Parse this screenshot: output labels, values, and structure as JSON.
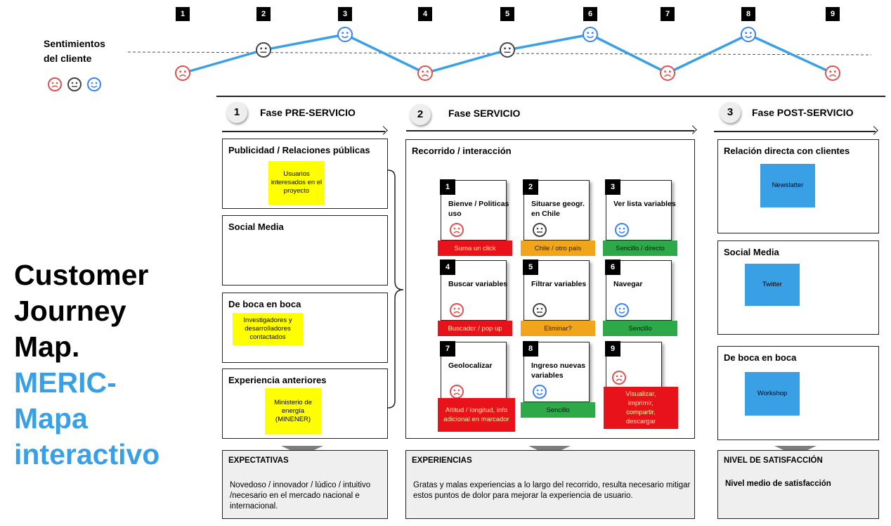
{
  "sentiment": {
    "label_line1": "Sentimientos",
    "label_line2": "del cliente",
    "steps": [
      "1",
      "2",
      "3",
      "4",
      "5",
      "6",
      "7",
      "8",
      "9"
    ],
    "levels": [
      "sad",
      "neutral",
      "happy",
      "sad",
      "neutral",
      "happy",
      "sad",
      "happy",
      "sad"
    ]
  },
  "title": {
    "line1": "Customer",
    "line2": "Journey",
    "line3": "Map.",
    "line4": "MERIC-",
    "line5": "Mapa",
    "line6": "interactivo",
    "accent": "#3aa0e6"
  },
  "phases": [
    {
      "num": "1",
      "title": "Fase PRE-SERVICIO"
    },
    {
      "num": "2",
      "title": "Fase SERVICIO"
    },
    {
      "num": "3",
      "title": "Fase POST-SERVICIO"
    }
  ],
  "pre": [
    {
      "title": "Publicidad / Relaciones públicas",
      "note": "Usuarios interesados en el proyecto"
    },
    {
      "title": "Social Media",
      "note": ""
    },
    {
      "title": "De boca en boca",
      "note": "Investigadores y desarrolladores contactados"
    },
    {
      "title": "Experiencia anteriores",
      "note": "Ministerio de energía (MINENER)"
    }
  ],
  "service": {
    "title": "Recorrido / interacción",
    "steps": [
      {
        "num": "1",
        "label": "Bienve / Politicas uso",
        "tag": "Suma un click",
        "color": "red",
        "face": "sad"
      },
      {
        "num": "2",
        "label": "Situarse geogr. en Chile",
        "tag": "Chile / otro país",
        "color": "orange",
        "face": "neutral"
      },
      {
        "num": "3",
        "label": "Ver lista variables",
        "tag": "Sencillo / directo",
        "color": "green",
        "face": "happy"
      },
      {
        "num": "4",
        "label": "Buscar variables",
        "tag": "Buscador / pop up",
        "color": "red",
        "face": "sad"
      },
      {
        "num": "5",
        "label": "Filtrar variables",
        "tag": "Eliminar?",
        "color": "orange",
        "face": "neutral"
      },
      {
        "num": "6",
        "label": "Navegar",
        "tag": "Sencillo",
        "color": "green",
        "face": "happy"
      },
      {
        "num": "7",
        "label": "Geolocalizar",
        "tag": "Altitud / longitud, info adicional en marcador",
        "color": "red",
        "face": "sad"
      },
      {
        "num": "8",
        "label": "Ingreso nuevas variables",
        "tag": "Sencillo",
        "color": "green",
        "face": "happy"
      },
      {
        "num": "9",
        "label": "",
        "tag": "Visualizar, imprimir, compartir, descargar",
        "color": "red",
        "face": "sad"
      }
    ]
  },
  "post": [
    {
      "title": "Relación directa con clientes",
      "note": "Newslatter"
    },
    {
      "title": "Social Media",
      "note": "Twitter"
    },
    {
      "title": "De boca en boca",
      "note": "Workshop"
    }
  ],
  "summaries": [
    {
      "title": "EXPECTATIVAS",
      "body": "Novedoso / innovador / lúdico / intuitivo /necesario en el mercado nacional e internacional."
    },
    {
      "title": "EXPERIENCIAS",
      "body": "Gratas y malas experiencias a lo largo del recorrido, resulta necesario mitigar estos puntos de dolor para mejorar la experiencia de usuario."
    },
    {
      "title": "NIVEL DE SATISFACCIÓN",
      "body": "Nivel medio de satisfacción"
    }
  ]
}
